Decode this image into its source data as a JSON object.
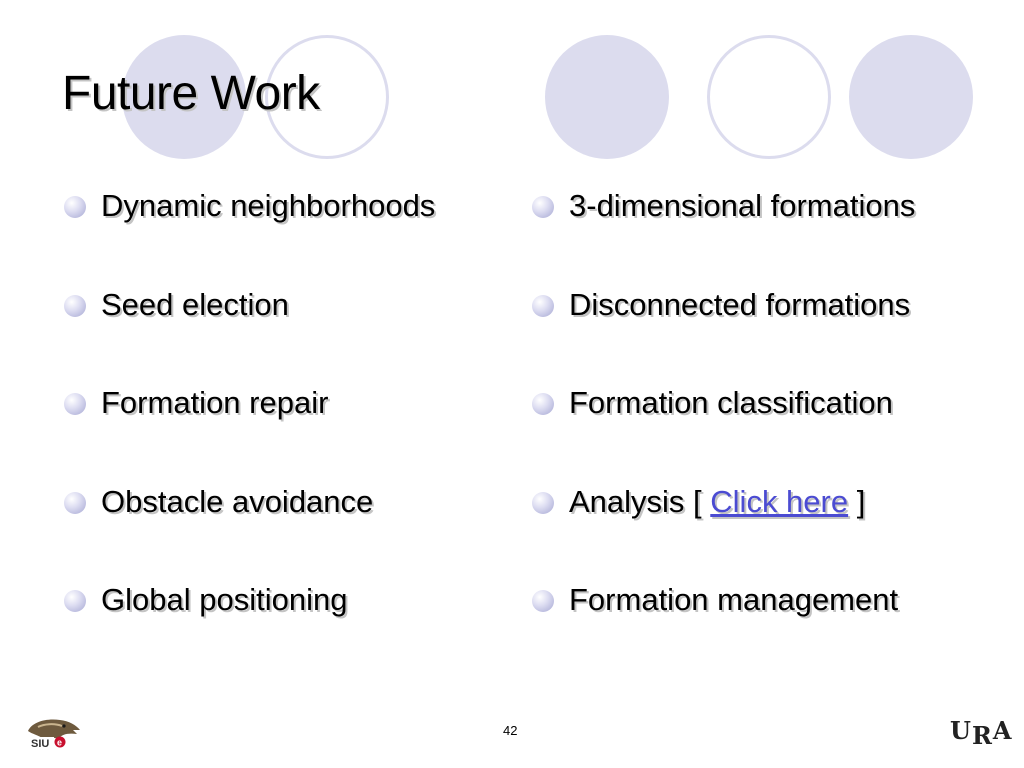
{
  "slide": {
    "title": "Future Work",
    "left_items": [
      "Dynamic neighborhoods",
      "Seed election",
      "Formation repair",
      "Obstacle avoidance",
      "Global positioning"
    ],
    "right_items": [
      "3-dimensional formations",
      "Disconnected formations",
      "Formation classification"
    ],
    "analysis": {
      "prefix": "Analysis [ ",
      "link": "Click here",
      "suffix": " ]"
    },
    "right_last": "Formation management",
    "page_number": "42"
  },
  "logos": {
    "siue": "SIUe",
    "ura": [
      "U",
      "R",
      "A"
    ]
  },
  "colors": {
    "decor_circle": "#dcdcee",
    "link": "#4b4bd2",
    "bullet": "#a4a6d2"
  }
}
